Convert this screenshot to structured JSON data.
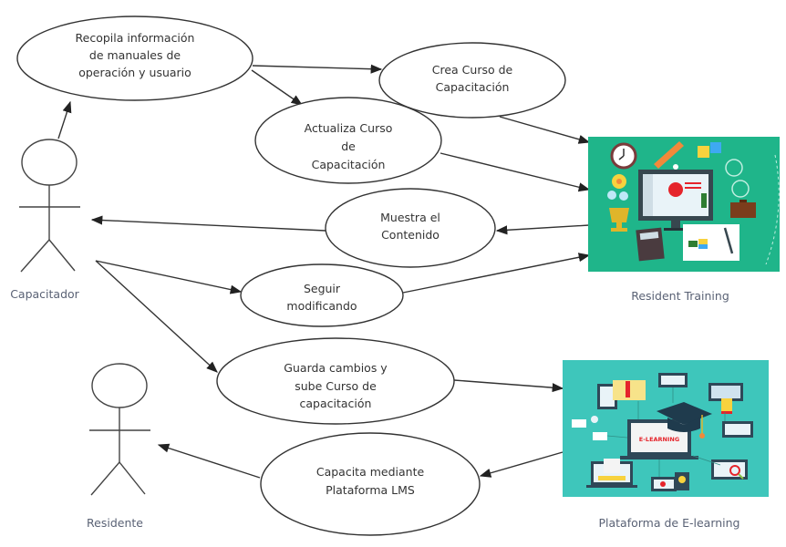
{
  "diagram": {
    "type": "use-case",
    "actors": [
      {
        "id": "capacitador",
        "label": "Capacitador"
      },
      {
        "id": "residente",
        "label": "Residente"
      }
    ],
    "systems": [
      {
        "id": "resident_training",
        "label": "Resident Training",
        "color": "#1fb58a"
      },
      {
        "id": "elearning",
        "label": "Plataforma de E-learning",
        "color": "#3ec6bb",
        "screen_text": "E-LEARNING"
      }
    ],
    "use_cases": [
      {
        "id": "recopila",
        "lines": [
          "Recopila información",
          "de manuales de",
          "operación y usuario"
        ]
      },
      {
        "id": "crea",
        "lines": [
          "Crea Curso de",
          "Capacitación"
        ]
      },
      {
        "id": "actualiza",
        "lines": [
          "Actualiza Curso",
          "de",
          "Capacitación"
        ]
      },
      {
        "id": "muestra",
        "lines": [
          "Muestra el",
          "Contenido"
        ]
      },
      {
        "id": "seguir",
        "lines": [
          "Seguir",
          "modificando"
        ]
      },
      {
        "id": "guarda",
        "lines": [
          "Guarda cambios y",
          "sube Curso de",
          "capacitación"
        ]
      },
      {
        "id": "capacita",
        "lines": [
          "Capacita mediante",
          "Plataforma LMS"
        ]
      }
    ],
    "relations": [
      {
        "from": "capacitador",
        "to": "recopila"
      },
      {
        "from": "recopila",
        "to": "crea"
      },
      {
        "from": "recopila",
        "to": "actualiza"
      },
      {
        "from": "crea",
        "to": "resident_training"
      },
      {
        "from": "actualiza",
        "to": "resident_training"
      },
      {
        "from": "resident_training",
        "to": "muestra"
      },
      {
        "from": "muestra",
        "to": "capacitador"
      },
      {
        "from": "capacitador",
        "to": "seguir"
      },
      {
        "from": "seguir",
        "to": "resident_training"
      },
      {
        "from": "capacitador",
        "to": "guarda"
      },
      {
        "from": "guarda",
        "to": "elearning"
      },
      {
        "from": "elearning",
        "to": "capacita"
      },
      {
        "from": "capacita",
        "to": "residente"
      }
    ]
  }
}
